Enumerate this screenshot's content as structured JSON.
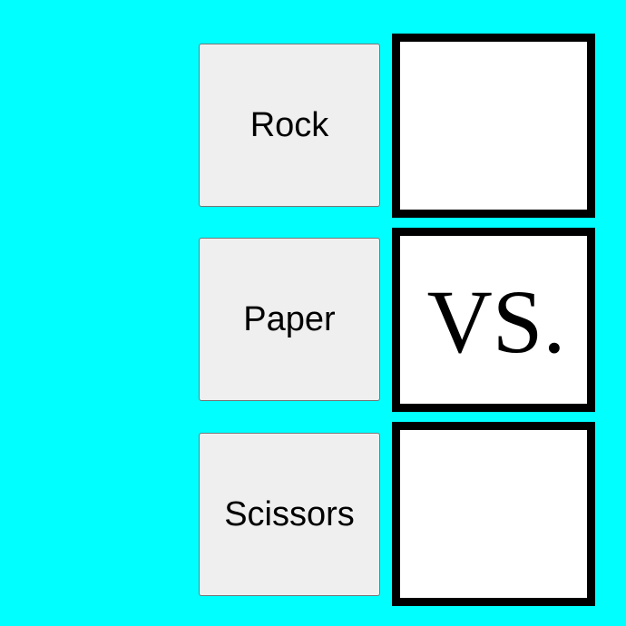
{
  "buttons": {
    "rock": "Rock",
    "paper": "Paper",
    "scissors": "Scissors"
  },
  "boxes": {
    "top": "",
    "middle": "VS.",
    "bottom": ""
  },
  "colors": {
    "background": "#00ffff",
    "button_bg": "#efefef",
    "box_border": "#000000",
    "box_bg": "#ffffff"
  }
}
